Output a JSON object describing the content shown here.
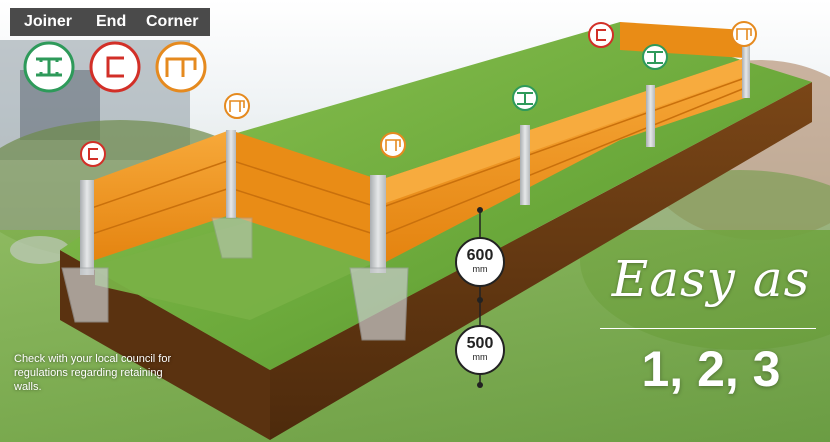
{
  "legend": {
    "items": [
      {
        "label": "Joiner",
        "icon": "joiner-icon",
        "color": "#2e9a5a"
      },
      {
        "label": "End",
        "icon": "end-icon",
        "color": "#d22f27"
      },
      {
        "label": "Corner",
        "icon": "corner-icon",
        "color": "#e58a1f"
      }
    ]
  },
  "dimensions": {
    "upper": {
      "value": "600",
      "unit": "mm"
    },
    "lower": {
      "value": "500",
      "unit": "mm"
    }
  },
  "note": "Check with your local council for regulations regarding retaining walls.",
  "tagline": "Easy as",
  "steps": "1, 2, 3",
  "colors": {
    "sleeper": "#f39a1c",
    "sleeper_shade": "#d97a0c",
    "post": "#cfd2d4",
    "soil": "#6a3b12",
    "grass": "#6ea83a"
  }
}
